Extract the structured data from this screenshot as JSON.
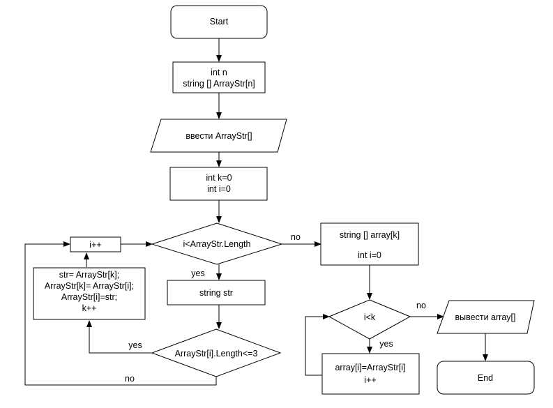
{
  "nodes": {
    "start": "Start",
    "decl_n_1": "int n",
    "decl_n_2": "string [] ArrayStr[n]",
    "input": "ввести ArrayStr[]",
    "init_1": "int k=0",
    "init_2": "int i=0",
    "cond_main": "i<ArrayStr.Length",
    "inc_i": "i++",
    "swap_1": "str= ArrayStr[k];",
    "swap_2": "ArrayStr[k]= ArrayStr[i];",
    "swap_3": "ArrayStr[i]=str;",
    "swap_4": "k++",
    "decl_str": "string str",
    "cond_len": "ArrayStr[i].Length<=3",
    "decl_array_1": "string [] array[k]",
    "decl_array_2": "int i=0",
    "cond_k": "i<k",
    "assign_1": "array[i]=ArrayStr[i]",
    "assign_2": "i++",
    "output": "вывести array[]",
    "end": "End"
  },
  "edges": {
    "main_no": "no",
    "main_yes": "yes",
    "len_yes": "yes",
    "len_no": "no",
    "k_no": "no",
    "k_yes": "yes"
  }
}
